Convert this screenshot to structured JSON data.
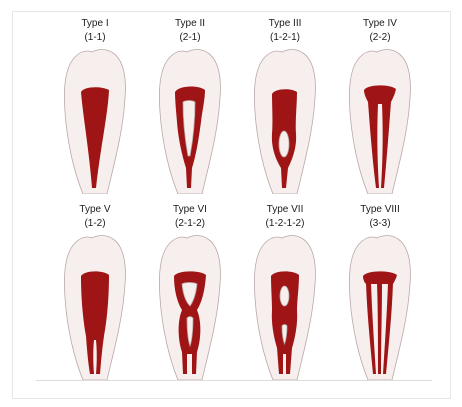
{
  "types": [
    {
      "name": "Type I",
      "code": "(1-1)"
    },
    {
      "name": "Type II",
      "code": "(2-1)"
    },
    {
      "name": "Type III",
      "code": "(1-2-1)"
    },
    {
      "name": "Type IV",
      "code": "(2-2)"
    },
    {
      "name": "Type V",
      "code": "(1-2)"
    },
    {
      "name": "Type VI",
      "code": "(2-1-2)"
    },
    {
      "name": "Type VII",
      "code": "(1-2-1-2)"
    },
    {
      "name": "Type VIII",
      "code": "(3-3)"
    }
  ],
  "colors": {
    "tooth_fill": "#f6efee",
    "tooth_outline": "#b9a9a7",
    "canal": "#9f1515",
    "text": "#1c1c1c"
  }
}
